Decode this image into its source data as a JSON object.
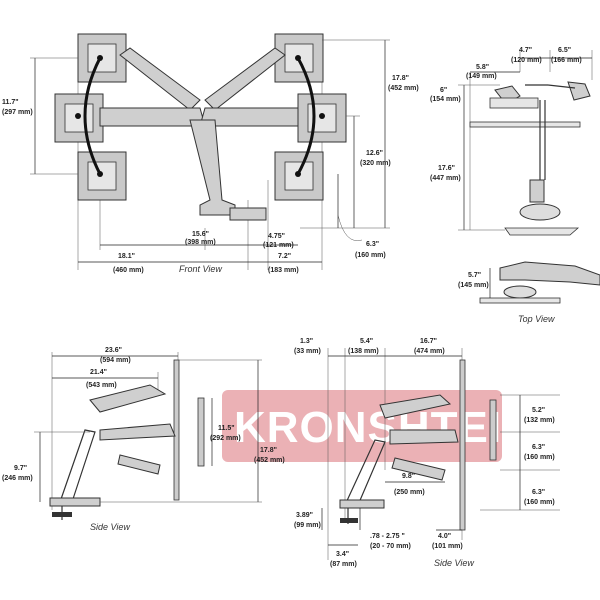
{
  "watermark": {
    "text": "KRONSHTEIN.RU",
    "color": "#e8a3a8"
  },
  "front_view": {
    "caption": "Front View",
    "dims": {
      "d_11_7": "11.7\"",
      "d_11_7_mm": "(297 mm)",
      "d_17_8": "17.8\"",
      "d_17_8_mm": "(452 mm)",
      "d_12_6": "12.6\"",
      "d_12_6_mm": "(320 mm)",
      "d_6_3": "6.3\"",
      "d_6_3_mm": "(160 mm)",
      "d_15_6": "15.6\"",
      "d_15_6_mm": "(398 mm)",
      "d_4_75": "4.75\"",
      "d_4_75_mm": "(121 mm)",
      "d_18_1": "18.1\"",
      "d_18_1_mm": "(460 mm)",
      "d_7_2": "7.2\"",
      "d_7_2_mm": "(183 mm)"
    }
  },
  "top_view": {
    "caption": "Top View",
    "dims": {
      "d_4_7": "4.7\"",
      "d_4_7_mm": "(120 mm)",
      "d_6_5": "6.5\"",
      "d_6_5_mm": "(166 mm)",
      "d_5_8": "5.8\"",
      "d_5_8_mm": "(149 mm)",
      "d_6": "6\"",
      "d_6_mm": "(154 mm)",
      "d_17_6": "17.6\"",
      "d_17_6_mm": "(447 mm)",
      "d_5_7": "5.7\"",
      "d_5_7_mm": "(145 mm)"
    }
  },
  "side_view_left": {
    "caption": "Side View",
    "dims": {
      "d_23_6": "23.6\"",
      "d_23_6_mm": "(594 mm)",
      "d_21_4": "21.4\"",
      "d_21_4_mm": "(543 mm)",
      "d_11_5": "11.5\"",
      "d_11_5_mm": "(292 mm)",
      "d_17_8": "17.8\"",
      "d_17_8_mm": "(452 mm)",
      "d_9_7": "9.7\"",
      "d_9_7_mm": "(246 mm)"
    }
  },
  "side_view_right": {
    "caption": "Side View",
    "dims": {
      "d_1_3": "1.3\"",
      "d_1_3_mm": "(33 mm)",
      "d_5_4": "5.4\"",
      "d_5_4_mm": "(138 mm)",
      "d_16_7": "16.7\"",
      "d_16_7_mm": "(474 mm)",
      "d_5_2": "5.2\"",
      "d_5_2_mm": "(132 mm)",
      "d_6_3a": "6.3\"",
      "d_6_3a_mm": "(160 mm)",
      "d_6_3b": "6.3\"",
      "d_6_3b_mm": "(160 mm)",
      "d_9_8": "9.8\"",
      "d_9_8_mm": "(250 mm)",
      "d_4_0": "4.0\"",
      "d_4_0_mm": "(101 mm)",
      "d_3_89": "3.89\"",
      "d_3_89_mm": "(99 mm)",
      "d_78": ".78 - 2.75 \"",
      "d_78_mm": "(20 - 70 mm)",
      "d_3_4": "3.4\"",
      "d_3_4_mm": "(87 mm)"
    }
  }
}
